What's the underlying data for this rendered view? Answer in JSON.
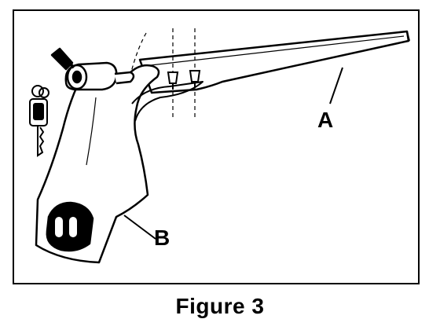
{
  "figure": {
    "caption": "Figure 3",
    "labels": {
      "a": "A",
      "b": "B"
    }
  },
  "colors": {
    "ink": "#000000",
    "paper": "#ffffff"
  }
}
